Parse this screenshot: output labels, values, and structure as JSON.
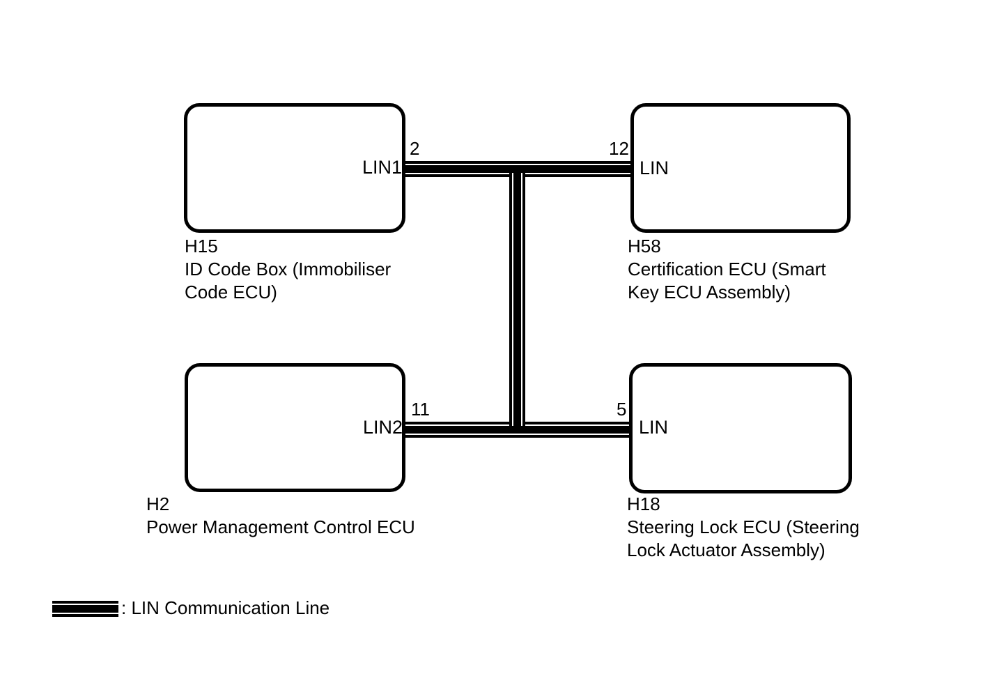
{
  "diagram": {
    "background_color": "#ffffff",
    "line_color": "#000000",
    "nodes": [
      {
        "code": "H15",
        "name_lines": [
          "ID Code Box (Immobiliser",
          "Code ECU)"
        ],
        "port": "LIN1",
        "pin": "2"
      },
      {
        "code": "H58",
        "name_lines": [
          "Certification ECU (Smart",
          "Key ECU Assembly)"
        ],
        "port": "LIN",
        "pin": "12"
      },
      {
        "code": "H2",
        "name_lines": [
          "Power Management Control ECU"
        ],
        "port": "LIN2",
        "pin": "11"
      },
      {
        "code": "H18",
        "name_lines": [
          "Steering Lock ECU (Steering",
          "Lock Actuator Assembly)"
        ],
        "port": "LIN",
        "pin": "5"
      }
    ],
    "legend": {
      "label": ": LIN Communication Line"
    }
  }
}
